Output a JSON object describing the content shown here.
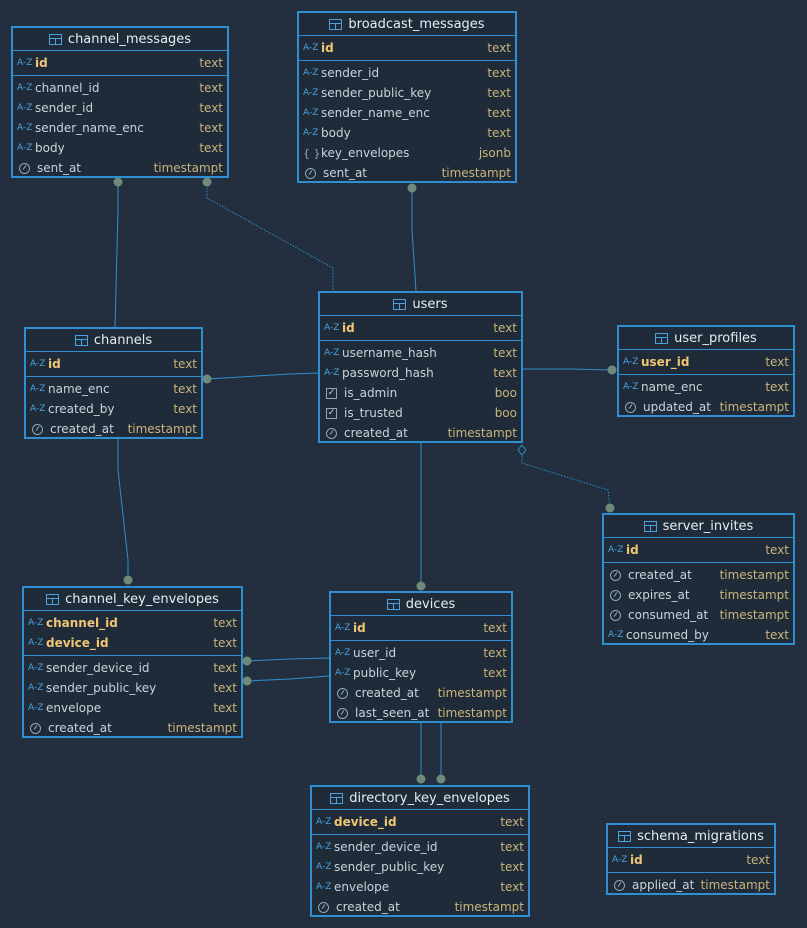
{
  "tables": {
    "channel_messages": {
      "title": "channel_messages",
      "keys": [
        {
          "name": "id",
          "type": "text",
          "kind": "az"
        }
      ],
      "cols": [
        {
          "name": "channel_id",
          "type": "text",
          "kind": "az"
        },
        {
          "name": "sender_id",
          "type": "text",
          "kind": "az"
        },
        {
          "name": "sender_name_enc",
          "type": "text",
          "kind": "az"
        },
        {
          "name": "body",
          "type": "text",
          "kind": "az"
        },
        {
          "name": "sent_at",
          "type": "timestampt",
          "kind": "ts"
        }
      ]
    },
    "broadcast_messages": {
      "title": "broadcast_messages",
      "keys": [
        {
          "name": "id",
          "type": "text",
          "kind": "az"
        }
      ],
      "cols": [
        {
          "name": "sender_id",
          "type": "text",
          "kind": "az"
        },
        {
          "name": "sender_public_key",
          "type": "text",
          "kind": "az"
        },
        {
          "name": "sender_name_enc",
          "type": "text",
          "kind": "az"
        },
        {
          "name": "body",
          "type": "text",
          "kind": "az"
        },
        {
          "name": "key_envelopes",
          "type": "jsonb",
          "kind": "json"
        },
        {
          "name": "sent_at",
          "type": "timestampt",
          "kind": "ts"
        }
      ]
    },
    "users": {
      "title": "users",
      "keys": [
        {
          "name": "id",
          "type": "text",
          "kind": "az"
        }
      ],
      "cols": [
        {
          "name": "username_hash",
          "type": "text",
          "kind": "az"
        },
        {
          "name": "password_hash",
          "type": "text",
          "kind": "az"
        },
        {
          "name": "is_admin",
          "type": "boo",
          "kind": "bool"
        },
        {
          "name": "is_trusted",
          "type": "boo",
          "kind": "bool"
        },
        {
          "name": "created_at",
          "type": "timestampt",
          "kind": "ts"
        }
      ]
    },
    "channels": {
      "title": "channels",
      "keys": [
        {
          "name": "id",
          "type": "text",
          "kind": "az"
        }
      ],
      "cols": [
        {
          "name": "name_enc",
          "type": "text",
          "kind": "az"
        },
        {
          "name": "created_by",
          "type": "text",
          "kind": "az"
        },
        {
          "name": "created_at",
          "type": "timestampt",
          "kind": "ts"
        }
      ]
    },
    "user_profiles": {
      "title": "user_profiles",
      "keys": [
        {
          "name": "user_id",
          "type": "text",
          "kind": "az"
        }
      ],
      "cols": [
        {
          "name": "name_enc",
          "type": "text",
          "kind": "az"
        },
        {
          "name": "updated_at",
          "type": "timestampt",
          "kind": "ts"
        }
      ]
    },
    "server_invites": {
      "title": "server_invites",
      "keys": [
        {
          "name": "id",
          "type": "text",
          "kind": "az"
        }
      ],
      "cols": [
        {
          "name": "created_at",
          "type": "timestampt",
          "kind": "ts"
        },
        {
          "name": "expires_at",
          "type": "timestampt",
          "kind": "ts"
        },
        {
          "name": "consumed_at",
          "type": "timestampt",
          "kind": "ts"
        },
        {
          "name": "consumed_by",
          "type": "text",
          "kind": "az"
        }
      ]
    },
    "channel_key_envelopes": {
      "title": "channel_key_envelopes",
      "keys": [
        {
          "name": "channel_id",
          "type": "text",
          "kind": "az"
        },
        {
          "name": "device_id",
          "type": "text",
          "kind": "az"
        }
      ],
      "cols": [
        {
          "name": "sender_device_id",
          "type": "text",
          "kind": "az"
        },
        {
          "name": "sender_public_key",
          "type": "text",
          "kind": "az"
        },
        {
          "name": "envelope",
          "type": "text",
          "kind": "az"
        },
        {
          "name": "created_at",
          "type": "timestampt",
          "kind": "ts"
        }
      ]
    },
    "devices": {
      "title": "devices",
      "keys": [
        {
          "name": "id",
          "type": "text",
          "kind": "az"
        }
      ],
      "cols": [
        {
          "name": "user_id",
          "type": "text",
          "kind": "az"
        },
        {
          "name": "public_key",
          "type": "text",
          "kind": "az"
        },
        {
          "name": "created_at",
          "type": "timestampt",
          "kind": "ts"
        },
        {
          "name": "last_seen_at",
          "type": "timestampt",
          "kind": "ts"
        }
      ]
    },
    "directory_key_envelopes": {
      "title": "directory_key_envelopes",
      "keys": [
        {
          "name": "device_id",
          "type": "text",
          "kind": "az"
        }
      ],
      "cols": [
        {
          "name": "sender_device_id",
          "type": "text",
          "kind": "az"
        },
        {
          "name": "sender_public_key",
          "type": "text",
          "kind": "az"
        },
        {
          "name": "envelope",
          "type": "text",
          "kind": "az"
        },
        {
          "name": "created_at",
          "type": "timestampt",
          "kind": "ts"
        }
      ]
    },
    "schema_migrations": {
      "title": "schema_migrations",
      "keys": [
        {
          "name": "id",
          "type": "text",
          "kind": "az"
        }
      ],
      "cols": [
        {
          "name": "applied_at",
          "type": "timestampt",
          "kind": "ts"
        }
      ]
    }
  },
  "icons": {
    "az": "A-Z",
    "ts": "clock-icon",
    "bool": "checkbox-icon",
    "json": "braces-icon"
  },
  "colors": {
    "background": "#232f3e",
    "border": "#2f8fd0",
    "key_text": "#f0c674",
    "type_text": "#c9b47c",
    "link": "#2f8fd0",
    "endpoint": "#6f8a7a"
  }
}
